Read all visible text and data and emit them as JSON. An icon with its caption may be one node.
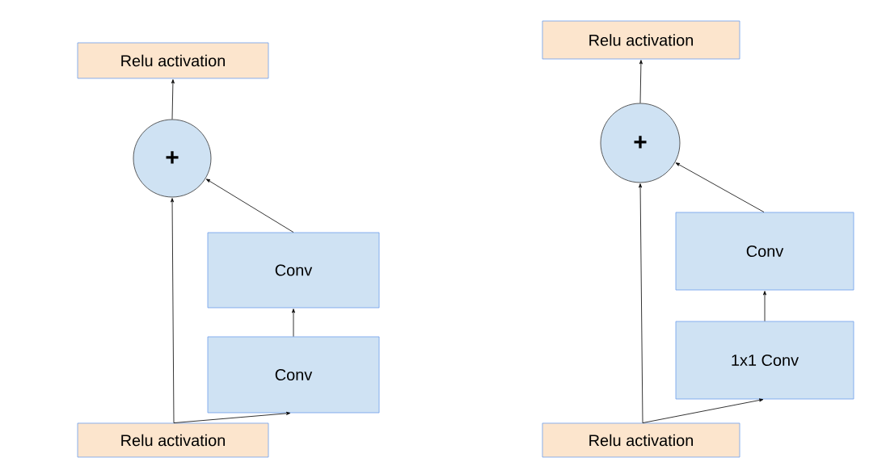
{
  "diagram": {
    "nodes": [
      {
        "text": [
          "Relu activation"
        ]
      },
      {
        "text": [
          "+"
        ]
      },
      {
        "text": [
          "Conv"
        ]
      },
      {
        "text": [
          "Conv"
        ]
      },
      {
        "text": [
          "Relu activation"
        ]
      },
      {
        "text": [
          "Relu activation"
        ]
      },
      {
        "text": [
          "+"
        ]
      },
      {
        "text": [
          "Conv"
        ]
      },
      {
        "text": [
          "1x1 Conv"
        ]
      },
      {
        "text": [
          "Relu activation"
        ]
      }
    ],
    "edges": [
      {
        "from": 1,
        "to": 0,
        "arrow": "to"
      },
      {
        "from": 2,
        "to": 1,
        "arrow": "to"
      },
      {
        "from": 3,
        "to": 2,
        "arrow": "to"
      },
      {
        "from": 4,
        "to": 1,
        "arrow": "to"
      },
      {
        "from": 4,
        "to": 3,
        "arrow": "to"
      },
      {
        "from": 6,
        "to": 5,
        "arrow": "to"
      },
      {
        "from": 7,
        "to": 6,
        "arrow": "to"
      },
      {
        "from": 8,
        "to": 7,
        "arrow": "to"
      },
      {
        "from": 9,
        "to": 6,
        "arrow": "to"
      },
      {
        "from": 9,
        "to": 8,
        "arrow": "to"
      }
    ]
  }
}
